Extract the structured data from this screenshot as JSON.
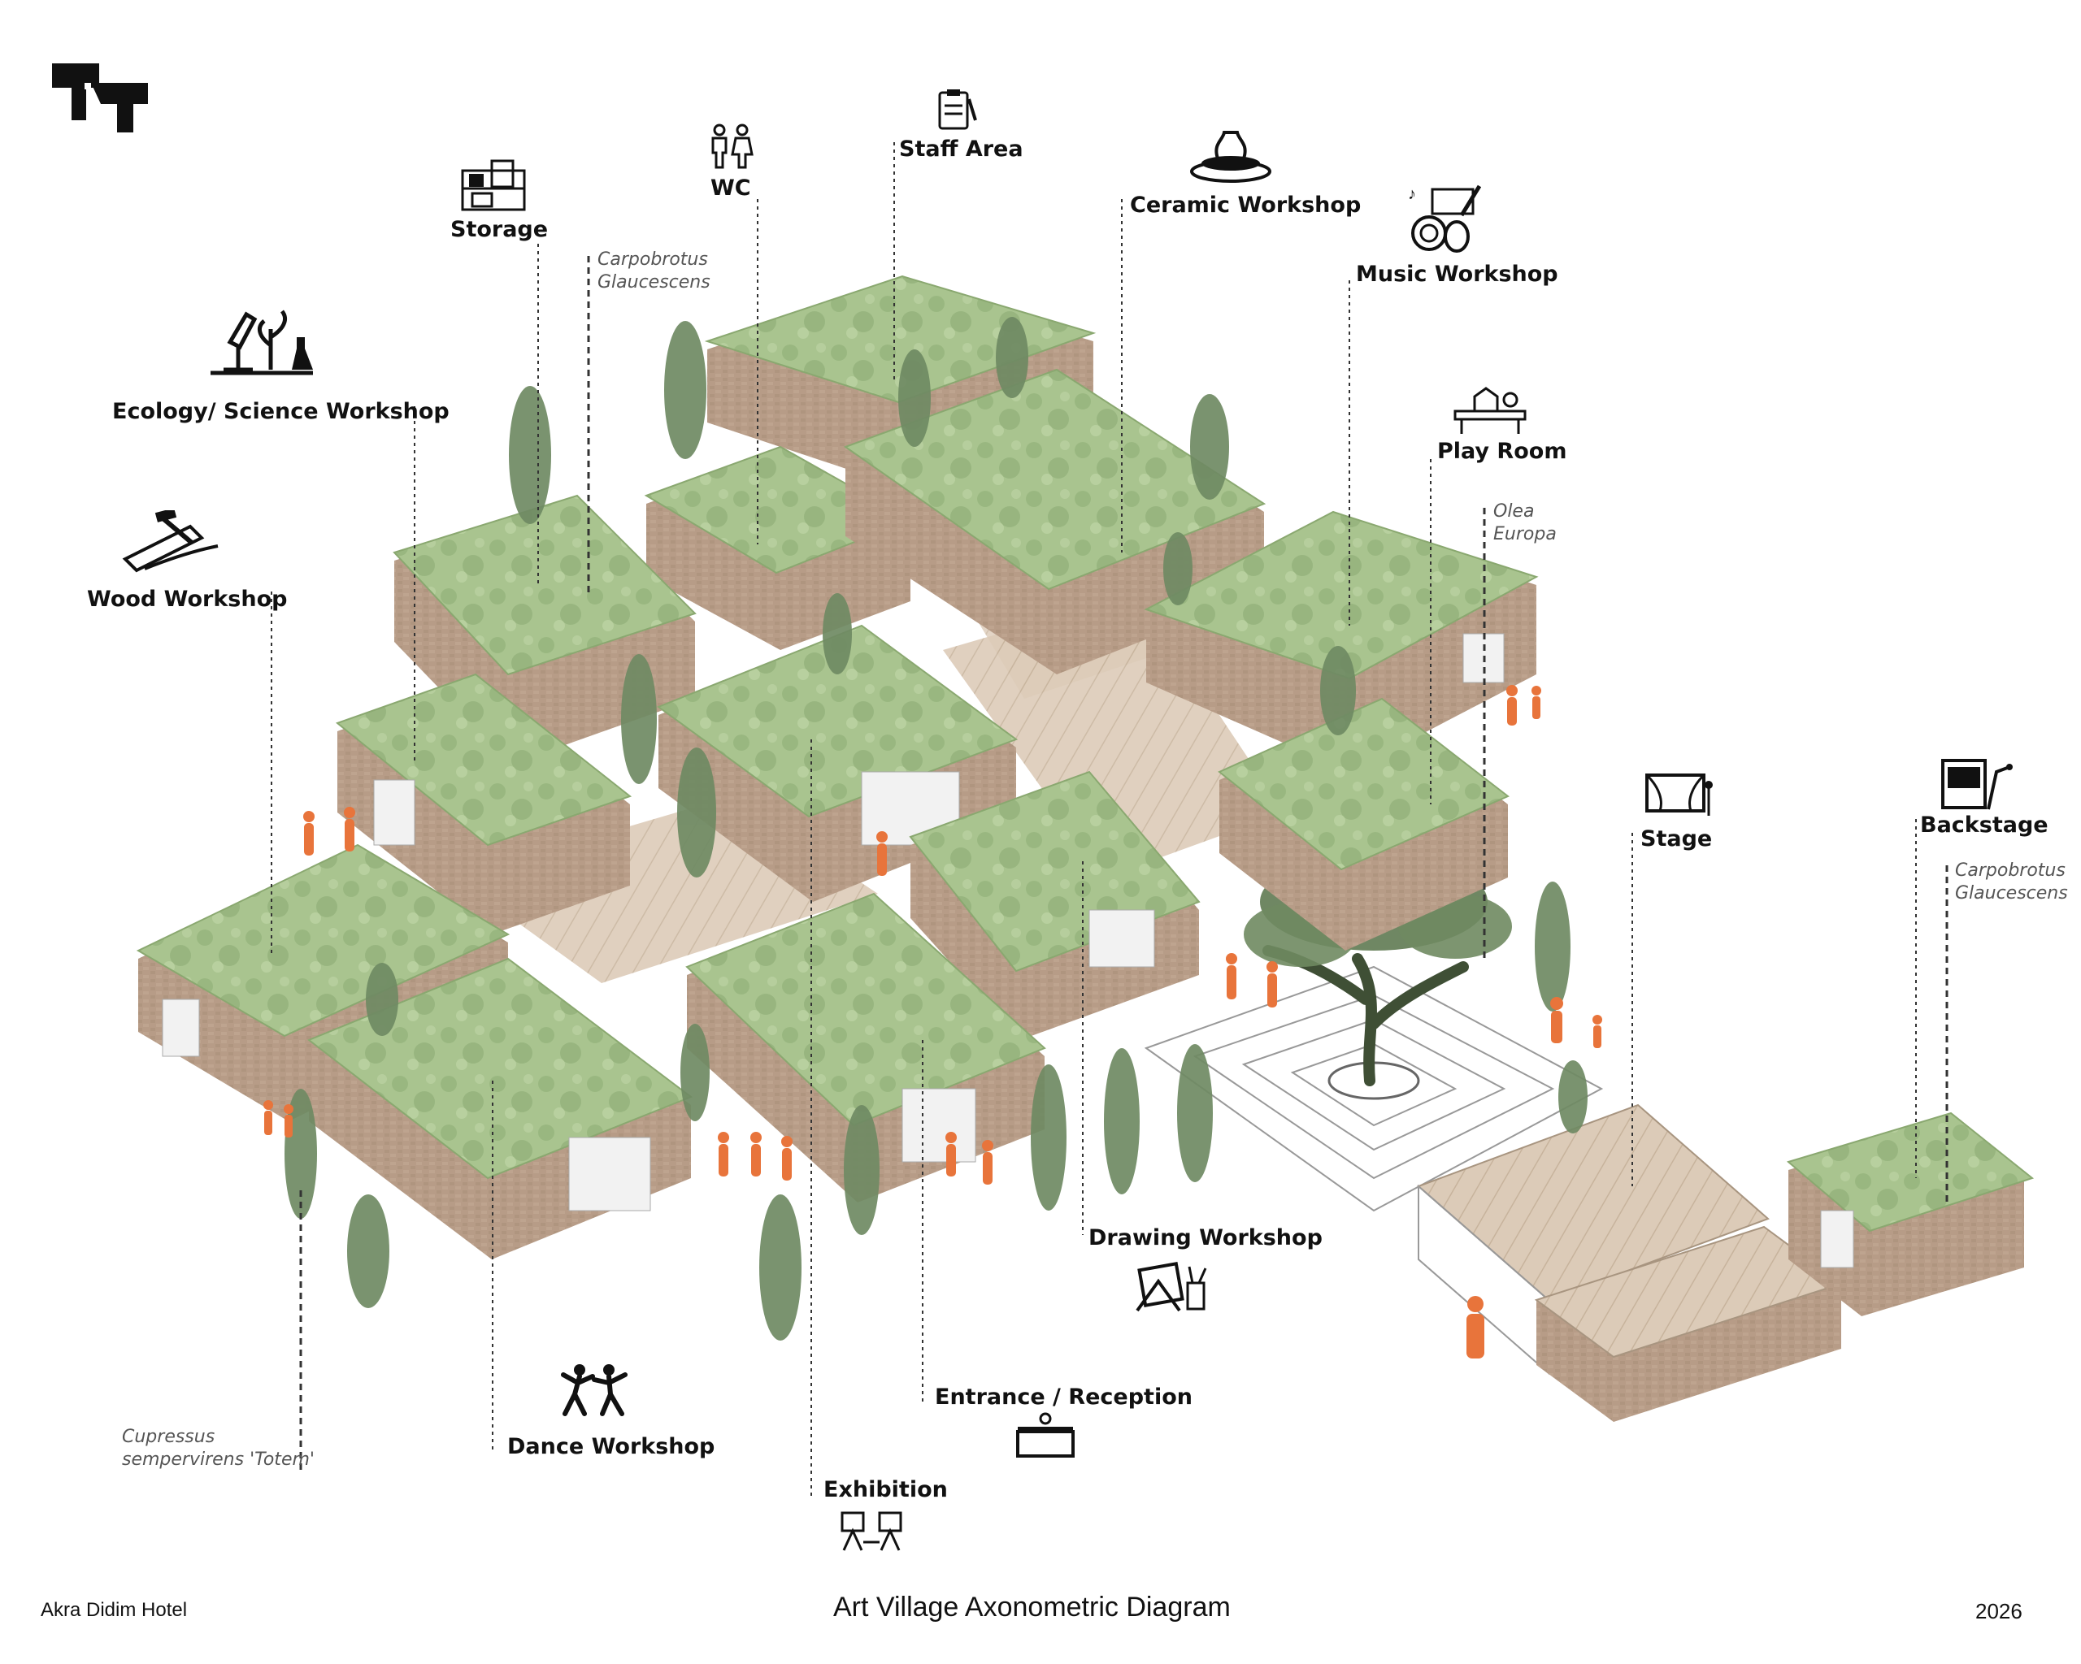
{
  "header": {
    "logo_icon": "tt-logo-icon"
  },
  "labels": {
    "staff_area": "Staff Area",
    "wc": "WC",
    "storage": "Storage",
    "ceramic_workshop": "Ceramic Workshop",
    "music_workshop": "Music Workshop",
    "ecology_science_workshop": "Ecology/ Science Workshop",
    "play_room": "Play Room",
    "wood_workshop": "Wood Workshop",
    "stage": "Stage",
    "backstage": "Backstage",
    "drawing_workshop": "Drawing Workshop",
    "entrance_reception": "Entrance / Reception",
    "dance_workshop": "Dance Workshop",
    "exhibition": "Exhibition"
  },
  "plants": {
    "carpobrotus_1": [
      "Carpobrotus",
      "Glaucescens"
    ],
    "olea": [
      "Olea",
      "Europa"
    ],
    "carpobrotus_2": [
      "Carpobrotus",
      "Glaucescens"
    ],
    "cupressus": [
      "Cupressus",
      "sempervirens 'Totem'"
    ]
  },
  "footer": {
    "left": "Akra Didim Hotel",
    "center": "Art Village Axonometric Diagram",
    "right": "2026"
  },
  "colors": {
    "roof_green": "#a9c48f",
    "roof_dark": "#7fa06a",
    "wall_brick": "#b49a86",
    "deck": "#d8c7b3",
    "tree": "#6f8a63",
    "people": "#e8743b",
    "leader": "#333333"
  }
}
